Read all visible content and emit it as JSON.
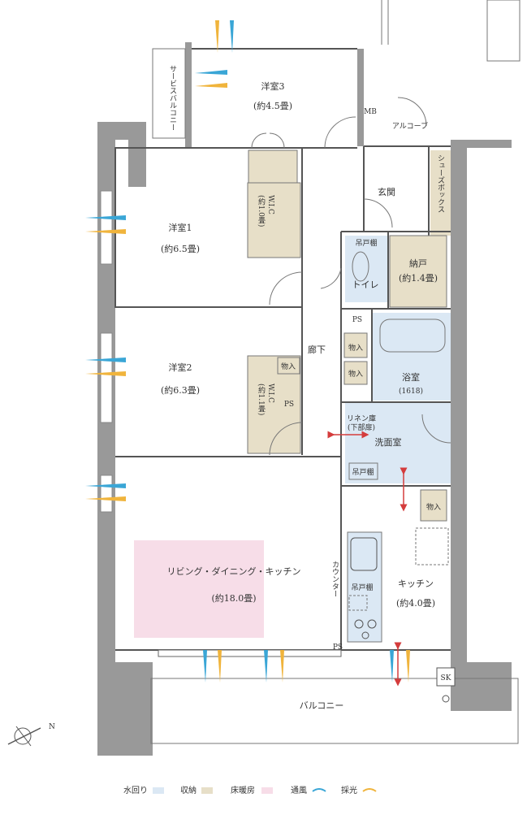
{
  "rooms": {
    "western3_name": "洋室3",
    "western3_size": "(約4.5畳)",
    "western1_name": "洋室1",
    "western1_size": "(約6.5畳)",
    "western2_name": "洋室2",
    "western2_size": "(約6.3畳)",
    "living_name": "リビング・ダイニング・キッチン",
    "living_size": "(約18.0畳)",
    "kitchen_name": "キッチン",
    "kitchen_size": "(約4.0畳)",
    "closet_name": "納戸",
    "closet_size": "(約1.4畳)",
    "bath_name": "浴室",
    "bath_size": "(1618)",
    "washroom_name": "洗面室",
    "toilet_name": "トイレ",
    "entrance_name": "玄関",
    "corridor_name": "廊下",
    "balcony_name": "バルコニー",
    "service_balcony_name": "サービスバルコニー",
    "alcove_name": "アルコーブ",
    "shoebox_name": "シューズボックス",
    "wic1_name": "W.I.C",
    "wic1_size": "(約1.0畳)",
    "wic2_name": "W.I.C",
    "wic2_size": "(約1.1畳)",
    "counter_name": "カウンター"
  },
  "labels": {
    "mb": "MB",
    "ps": "PS",
    "sk": "SK",
    "storage": "物入",
    "hanging_shelf": "吊戸棚",
    "linen_line1": "リネン庫",
    "linen_line2": "(下部扉)",
    "compass_n": "N"
  },
  "legend": {
    "water": "水回り",
    "storage": "収納",
    "floor_heating": "床暖房",
    "ventilation": "通風",
    "daylight": "採光"
  },
  "colors": {
    "water": "#dbe8f4",
    "storage": "#e7dfc8",
    "floor_heating": "#f7dde8",
    "wall": "#999999",
    "wind": "#3aa6d6",
    "light": "#f0b43c",
    "flow_arrow": "#d43c3c"
  }
}
